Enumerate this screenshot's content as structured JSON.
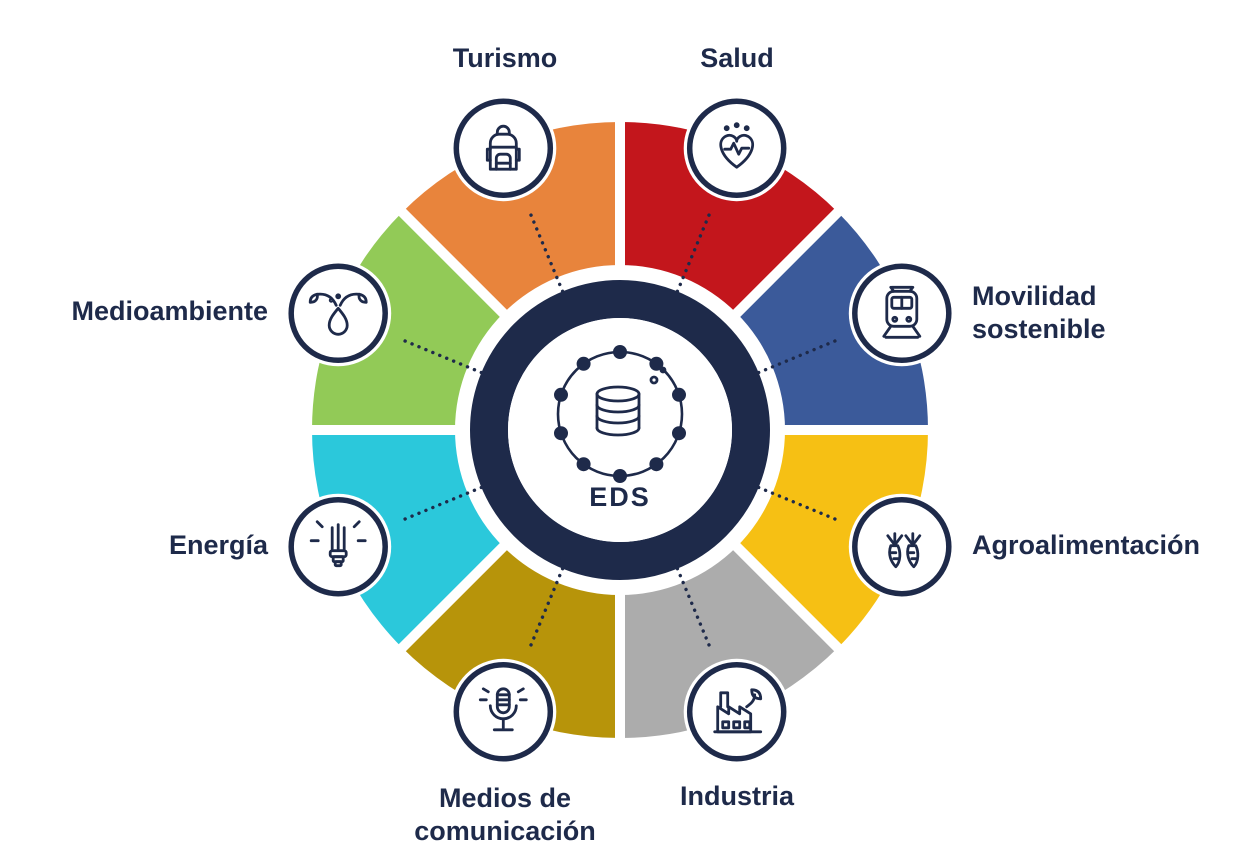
{
  "colors": {
    "ink": "#1E2A4A",
    "background": "#FFFFFF"
  },
  "center": {
    "label": "EDS",
    "icon": "database-network-icon"
  },
  "sectors": [
    {
      "id": "turismo",
      "label": "Turismo",
      "color": "#E8843C",
      "icon": "backpack-icon"
    },
    {
      "id": "salud",
      "label": "Salud",
      "color": "#C3161C",
      "icon": "heart-pulse-icon"
    },
    {
      "id": "movilidad-sostenible",
      "label": "Movilidad sostenible",
      "color": "#3B5A9A",
      "icon": "tram-icon"
    },
    {
      "id": "agroalimentacion",
      "label": "Agroalimentación",
      "color": "#F6C014",
      "icon": "carrots-icon"
    },
    {
      "id": "industria",
      "label": "Industria",
      "color": "#ACACAC",
      "icon": "eco-factory-icon"
    },
    {
      "id": "medios-de-comunicacion",
      "label": "Medios de comunicación",
      "color": "#B7940A",
      "icon": "microphone-icon"
    },
    {
      "id": "energia",
      "label": "Energía",
      "color": "#2BC8DB",
      "icon": "energy-bulb-icon"
    },
    {
      "id": "medioambiente",
      "label": "Medioambiente",
      "color": "#92CA57",
      "icon": "water-drop-leaves-icon"
    }
  ]
}
